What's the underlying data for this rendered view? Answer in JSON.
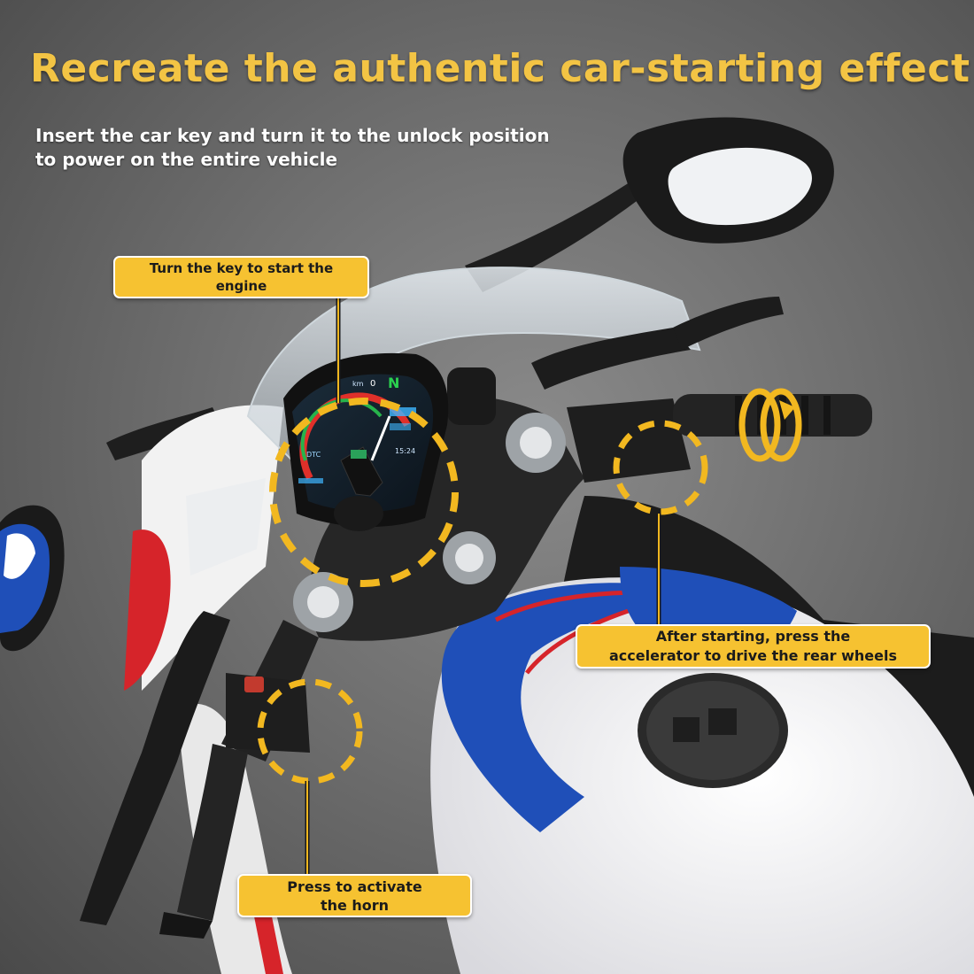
{
  "headline": "Recreate the authentic car-starting effect",
  "instructions": {
    "line1": "Insert the car key and turn it to the unlock position",
    "line2": "to power on the entire vehicle"
  },
  "callouts": {
    "key": {
      "line1": "Turn the key to start the",
      "line2": "engine"
    },
    "accelerator": {
      "line1": "After starting, press the",
      "line2": "accelerator to drive the rear wheels"
    },
    "horn": {
      "line1": "Press to activate",
      "line2": "the horn"
    }
  },
  "dashboard": {
    "gear": "N",
    "speed": "0",
    "unit": "km",
    "clock": "15:24",
    "mode": "DTC"
  },
  "colors": {
    "accent": "#f6c231",
    "headline": "#f3c444",
    "bike_blue": "#1f4fb8",
    "bike_red": "#d6242a",
    "bike_white": "#f4f4f4"
  },
  "icons": [
    "dashboard-gauge-icon",
    "ignition-key-icon",
    "horn-button-icon",
    "rotate-arrow-icon"
  ]
}
